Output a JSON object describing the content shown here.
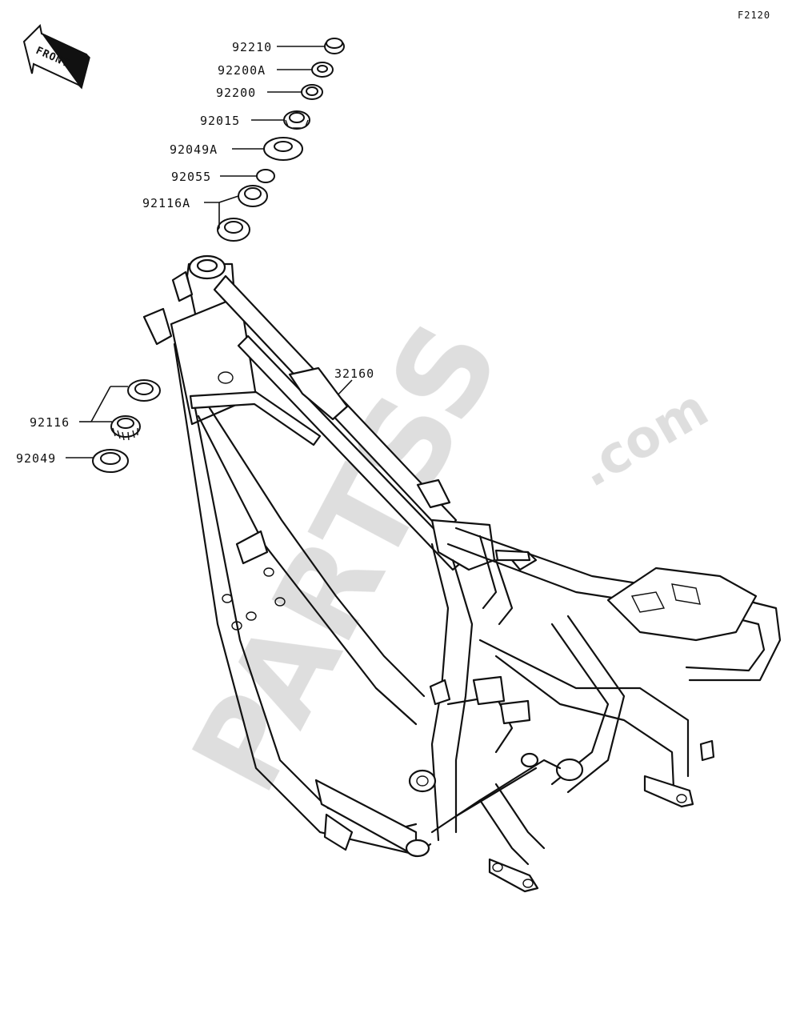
{
  "figure_code": "F2120",
  "front_arrow": {
    "text": "FRONT"
  },
  "watermark": {
    "brand": "PARTSS",
    "suffix": ".com"
  },
  "callouts": [
    {
      "id": "92210",
      "label": "92210"
    },
    {
      "id": "92200A",
      "label": "92200A"
    },
    {
      "id": "92200",
      "label": "92200"
    },
    {
      "id": "92015",
      "label": "92015"
    },
    {
      "id": "92049A",
      "label": "92049A"
    },
    {
      "id": "92055",
      "label": "92055"
    },
    {
      "id": "92116A",
      "label": "92116A"
    },
    {
      "id": "32160",
      "label": "32160"
    },
    {
      "id": "92116",
      "label": "92116"
    },
    {
      "id": "92049",
      "label": "92049"
    }
  ]
}
